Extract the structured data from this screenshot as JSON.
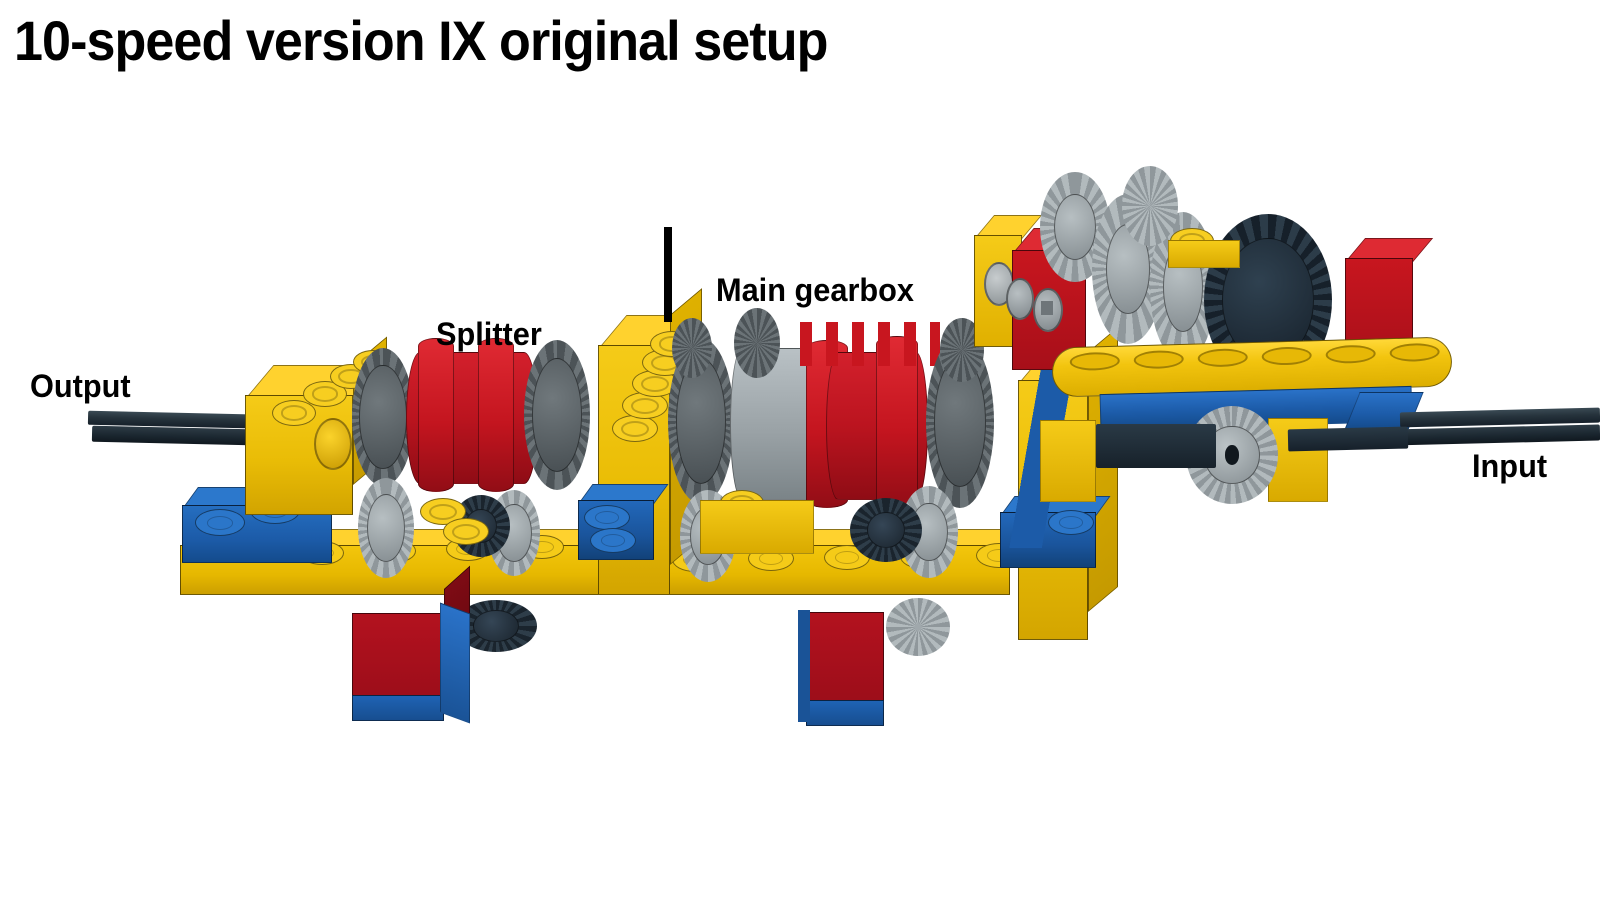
{
  "title": "10-speed version IX original setup",
  "labels": {
    "output": "Output",
    "splitter": "Splitter",
    "main_gearbox": "Main gearbox",
    "input": "Input"
  },
  "annotations": {
    "pointer_tick": ""
  },
  "colors": {
    "background": "#ffffff",
    "text": "#000000",
    "lego_yellow": "#f0c000",
    "lego_yellow_dark": "#d4a800",
    "lego_yellow_light": "#ffd633",
    "lego_blue": "#1c5ba8",
    "lego_blue_dark": "#12406f",
    "lego_blue_light": "#2a72c8",
    "lego_red": "#b3121f",
    "lego_red_bright": "#d11a22",
    "lego_red_dark": "#8a0c16",
    "lego_dark_gray": "#575f63",
    "lego_dark_gray_light": "#6d767b",
    "lego_light_gray": "#9aa2a6",
    "lego_light_gray_light": "#b3bbbe",
    "lego_black": "#1d2a33",
    "lego_navy": "#22303c"
  },
  "scene": {
    "description": "LEGO Technic 10-speed gearbox assembly render",
    "sections": [
      {
        "name": "output-shaft",
        "label_key": "output"
      },
      {
        "name": "splitter-assembly",
        "label_key": "splitter"
      },
      {
        "name": "main-gearbox-assembly",
        "label_key": "main_gearbox"
      },
      {
        "name": "input-shaft",
        "label_key": "input"
      }
    ]
  }
}
